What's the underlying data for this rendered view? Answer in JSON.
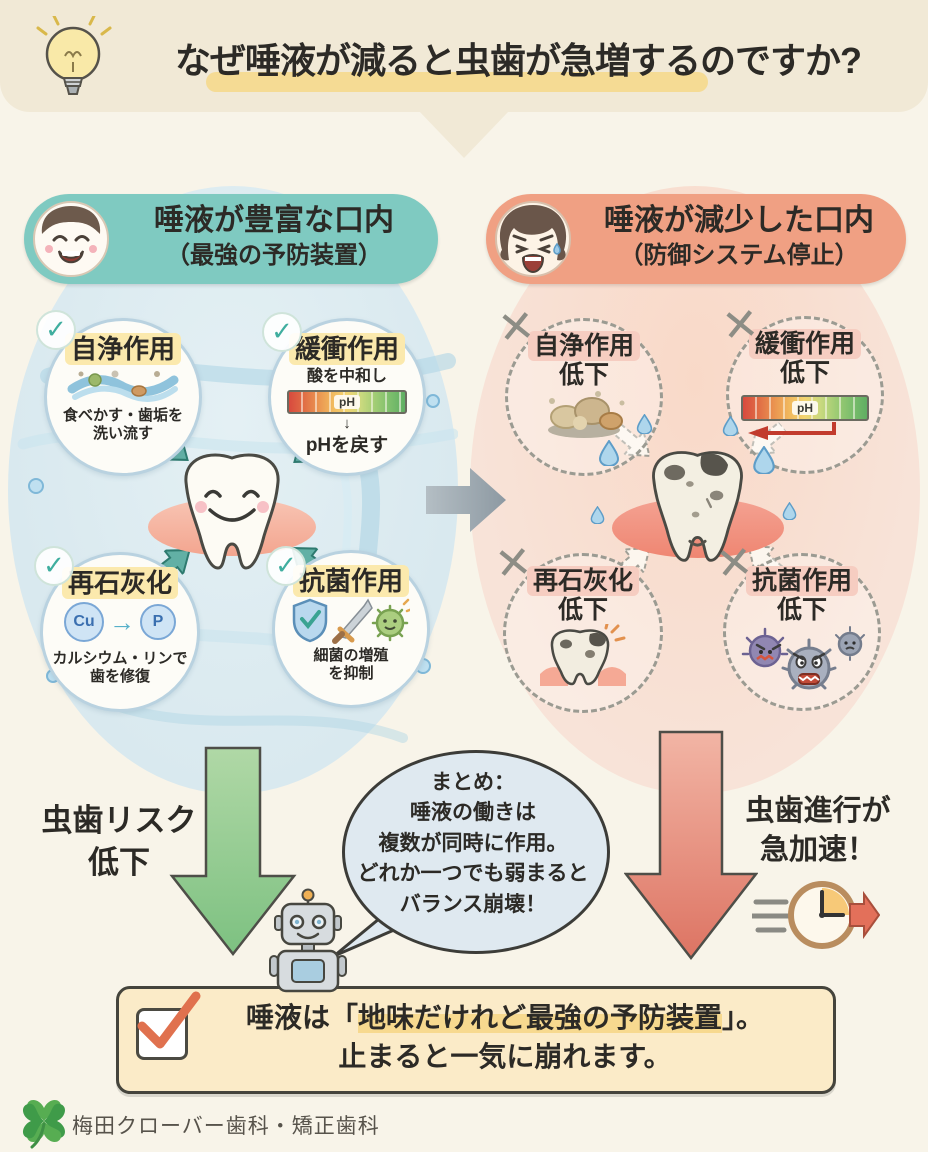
{
  "title": {
    "text": "なぜ唾液が減ると虫歯が急増するのですか?"
  },
  "left": {
    "header1": "唾液が豊富な口内",
    "header2": "（最強の予防装置）",
    "check": "✓",
    "clean_title": "自浄作用",
    "clean_caption": "食べかす・歯垢を\n洗い流す",
    "buffer_title": "緩衝作用",
    "buffer_top": "酸を中和し",
    "buffer_ph": "pH",
    "buffer_arrow": "↓",
    "buffer_bottom": "pHを戻す",
    "remin_title": "再石灰化",
    "remin_atom1": "Cu",
    "remin_arrow": "→",
    "remin_atom2": "P",
    "remin_caption": "カルシウム・リンで\n歯を修復",
    "anti_title": "抗菌作用",
    "anti_caption": "細菌の増殖\nを抑制",
    "outcome": "虫歯リスク\n低下"
  },
  "right": {
    "header1": "唾液が減少した口内",
    "header2": "（防御システム停止）",
    "cross": "✕",
    "clean_t1": "自浄作用",
    "clean_t2": "低下",
    "buffer_t1": "緩衝作用",
    "buffer_t2": "低下",
    "buffer_ph": "pH",
    "remin_t1": "再石灰化",
    "remin_t2": "低下",
    "anti_t1": "抗菌作用",
    "anti_t2": "低下",
    "outcome": "虫歯進行が\n急加速！"
  },
  "summary": "まとめ：\n唾液の働きは\n複数が同時に作用。\nどれか一つでも弱まると\nバランス崩壊！",
  "banner": {
    "pre": "唾液は「",
    "highlight": "地味だけれど最強の予防装置",
    "post": "」。",
    "line2": "止まると一気に崩れます。"
  },
  "footer": {
    "clinic": "梅田クローバー歯科・矯正歯科"
  },
  "colors": {
    "page_bg": "#f8f4e9",
    "title_bg": "#f1e9d6",
    "highlight_yellow": "#f5d57e",
    "highlight_yellow2": "#fbe9ad",
    "highlight_pink": "#f6cdc1",
    "left_oval": "#d9e9ef",
    "right_oval": "#f8e3d8",
    "left_pill": "#7fcac1",
    "right_pill": "#f0a083",
    "teal_accent": "#3fae9f",
    "bubble_bg": "#dfe9f0",
    "banner_bg": "#fbebc8",
    "green_arrow": "#92ca92",
    "red_arrow": "#e08a78",
    "gray_arrow": "#9aa6ae",
    "clover_green": "#46a04f"
  }
}
